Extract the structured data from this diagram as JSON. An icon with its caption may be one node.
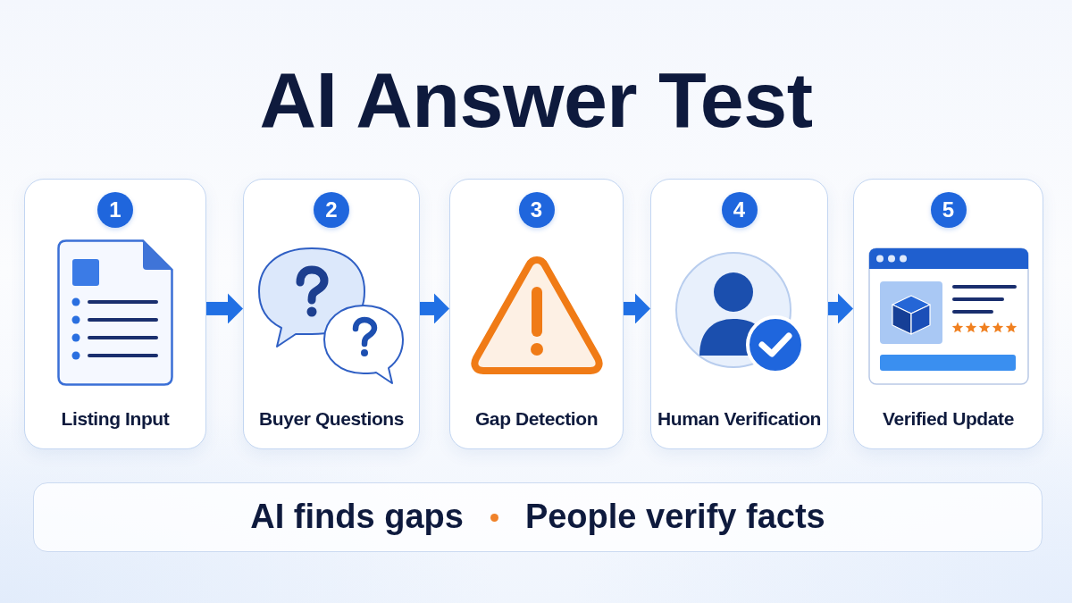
{
  "diagram": {
    "title": "AI Answer Test",
    "nodes": [
      {
        "text": [
          "Listing Input"
        ]
      },
      {
        "text": [
          "1"
        ],
        "in": 0
      },
      {
        "text": [
          "Buyer Questions"
        ]
      },
      {
        "text": [
          "2"
        ],
        "in": 2
      },
      {
        "text": [
          "Gap Detection"
        ]
      },
      {
        "text": [
          "3"
        ],
        "in": 4
      },
      {
        "text": [
          "Human Verification"
        ]
      },
      {
        "text": [
          "4"
        ],
        "in": 6
      },
      {
        "text": [
          "Verified Update"
        ]
      },
      {
        "text": [
          "5"
        ],
        "in": 8
      },
      {
        "text": [
          "AI finds gaps",
          "People verify facts"
        ]
      }
    ],
    "edges": [
      {
        "from": 0,
        "to": 2,
        "arrow": "to"
      },
      {
        "from": 2,
        "to": 4,
        "arrow": "to"
      },
      {
        "from": 4,
        "to": 6,
        "arrow": "to"
      },
      {
        "from": 6,
        "to": 8,
        "arrow": "to"
      }
    ]
  }
}
